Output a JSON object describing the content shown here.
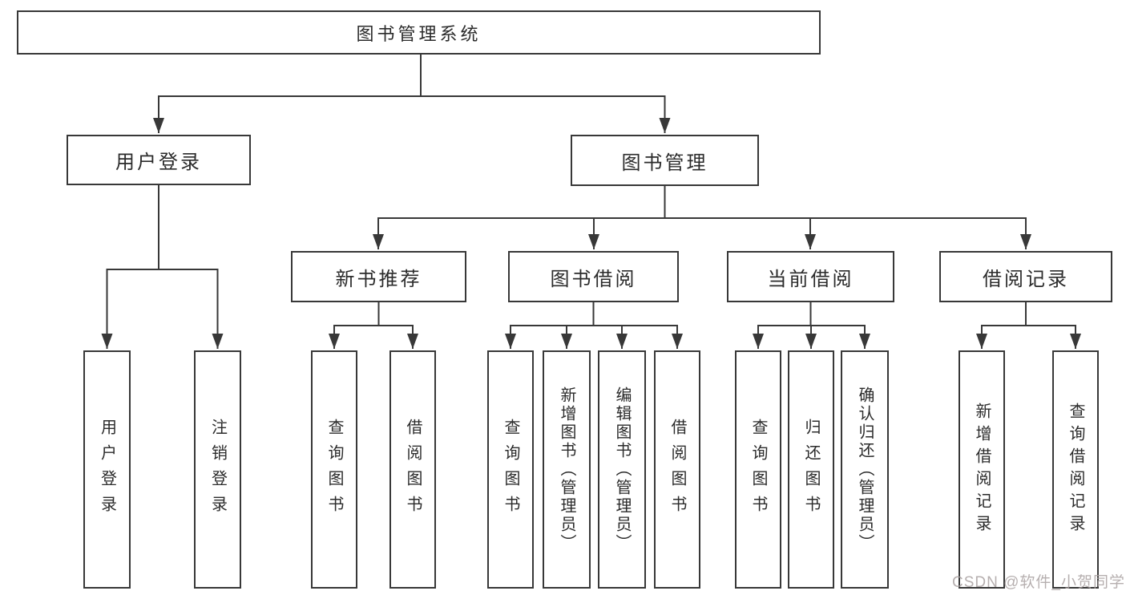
{
  "tree": {
    "root": {
      "label": "图书管理系统"
    },
    "branches": [
      {
        "label": "用户登录",
        "children": [
          {
            "label": "用户登录"
          },
          {
            "label": "注销登录"
          }
        ]
      },
      {
        "label": "图书管理",
        "children": [
          {
            "label": "新书推荐",
            "children": [
              {
                "label": "查询图书"
              },
              {
                "label": "借阅图书"
              }
            ]
          },
          {
            "label": "图书借阅",
            "children": [
              {
                "label": "查询图书"
              },
              {
                "label": "新增图书（管理员）"
              },
              {
                "label": "编辑图书（管理员）"
              },
              {
                "label": "借阅图书"
              }
            ]
          },
          {
            "label": "当前借阅",
            "children": [
              {
                "label": "查询图书"
              },
              {
                "label": "归还图书"
              },
              {
                "label": "确认归还（管理员）"
              }
            ]
          },
          {
            "label": "借阅记录",
            "children": [
              {
                "label": "新增借阅记录"
              },
              {
                "label": "查询借阅记录"
              }
            ]
          }
        ]
      }
    ]
  },
  "watermark": "CSDN @软件_小贺同学",
  "colors": {
    "line": "#383838",
    "text": "#2b2b2b",
    "watermark": "#aaa2a2",
    "background": "#ffffff"
  }
}
